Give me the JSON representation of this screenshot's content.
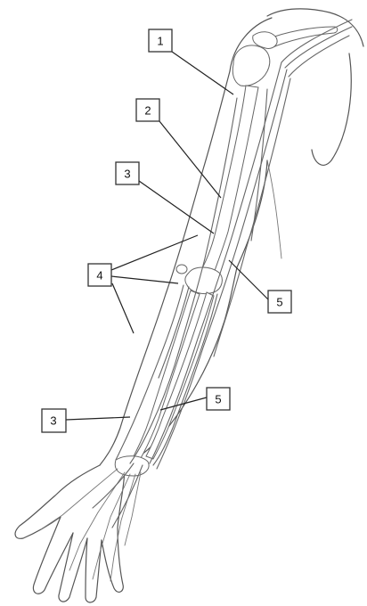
{
  "labels": {
    "l1": "1",
    "l2": "2",
    "l3_upper": "3",
    "l4": "4",
    "l5_upper": "5",
    "l5_lower": "5",
    "l3_lower": "3"
  },
  "colors": {
    "line": "#555555",
    "leader": "#222222",
    "background": "#ffffff"
  }
}
